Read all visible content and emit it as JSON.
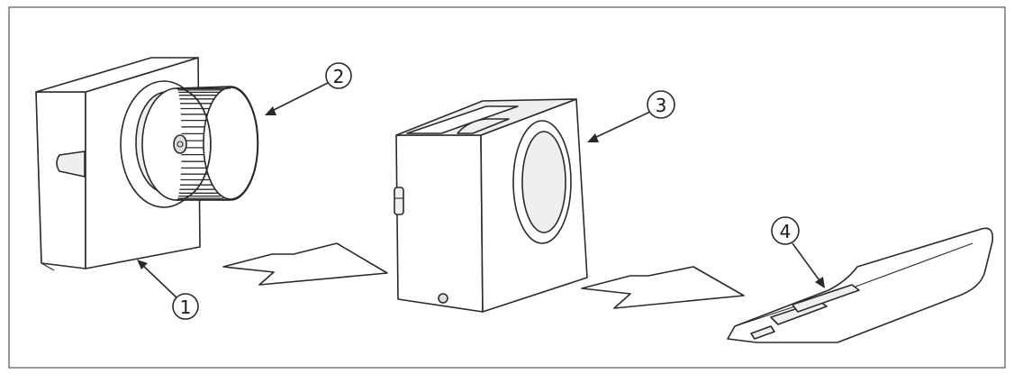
{
  "callouts": [
    {
      "id": "1",
      "label": "1"
    },
    {
      "id": "2",
      "label": "2"
    },
    {
      "id": "3",
      "label": "3"
    },
    {
      "id": "4",
      "label": "4"
    }
  ],
  "colors": {
    "line": "#2a2a2a",
    "frame": "#555555",
    "background": "#ffffff"
  }
}
